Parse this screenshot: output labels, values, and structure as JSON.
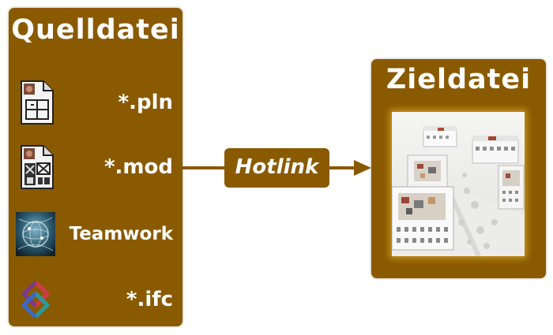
{
  "source": {
    "title": "Quelldatei",
    "items": [
      {
        "label": "*.pln",
        "icon": "pln-file-icon"
      },
      {
        "label": "*.mod",
        "icon": "mod-file-icon"
      },
      {
        "label": "Teamwork",
        "icon": "teamwork-globe-icon"
      },
      {
        "label": "*.ifc",
        "icon": "ifc-logo-icon"
      }
    ]
  },
  "connector": {
    "label": "Hotlink"
  },
  "target": {
    "title": "Zieldatei"
  },
  "colors": {
    "panel": "#8a5a00",
    "text": "#ffffff",
    "glow": "#ffc83c"
  }
}
